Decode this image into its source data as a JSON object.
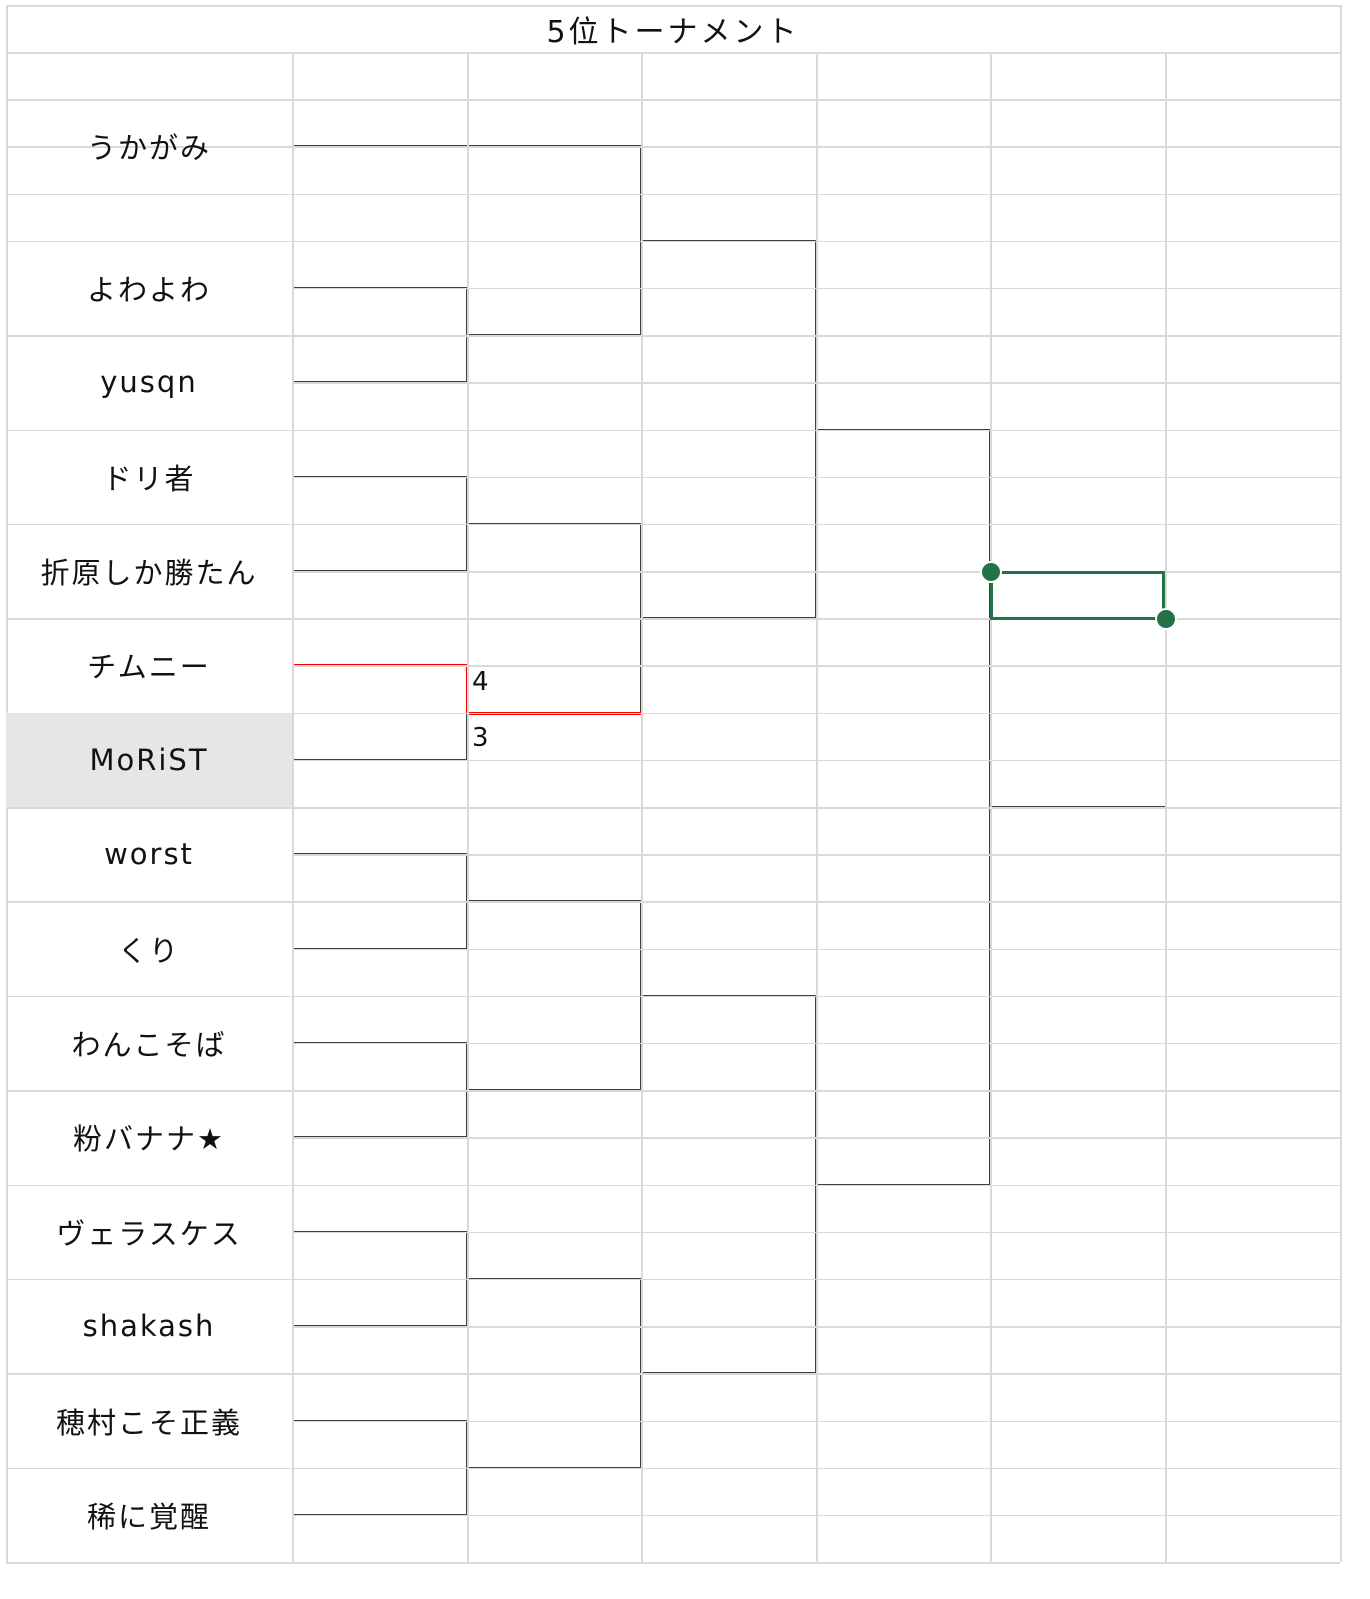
{
  "title": "5位トーナメント",
  "players": [
    "うかがみ",
    "よわよわ",
    "yusqn",
    "ドリ者",
    "折原しか勝たん",
    "チムニー",
    "MoRiST",
    "worst",
    "くり",
    "わんこそば",
    "粉バナナ★",
    "ヴェラスケス",
    "shakash",
    "穂村こそ正義",
    "稀に覚醒"
  ],
  "scores": {
    "upper": "4",
    "lower": "3"
  },
  "highlighted_player": "MoRiST",
  "colors": {
    "winner_line": "#ff0000",
    "selection": "#217346",
    "highlight_fill": "#e6e6e6"
  }
}
